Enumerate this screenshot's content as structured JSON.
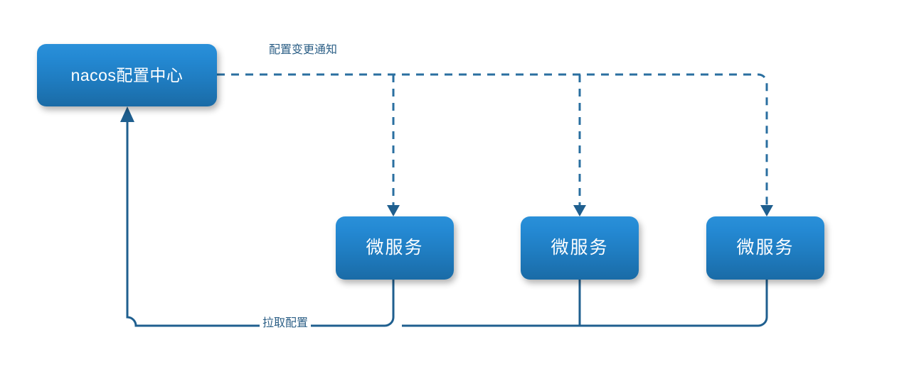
{
  "diagram": {
    "title": "nacos configuration center flow",
    "background": "#ffffff",
    "node_gradient_top": "#2a90d9",
    "node_gradient_bottom": "#1a6ba6",
    "line_color": "#1f5f8f",
    "label_color": "#2c5f86"
  },
  "nodes": {
    "config_center": {
      "label": "nacos配置中心"
    },
    "services": [
      {
        "label": "微服务"
      },
      {
        "label": "微服务"
      },
      {
        "label": "微服务"
      }
    ]
  },
  "edges": {
    "notify": {
      "label": "配置变更通知",
      "style": "dashed",
      "direction": "config-center-to-services"
    },
    "pull": {
      "label": "拉取配置",
      "style": "solid",
      "direction": "services-to-config-center"
    }
  }
}
